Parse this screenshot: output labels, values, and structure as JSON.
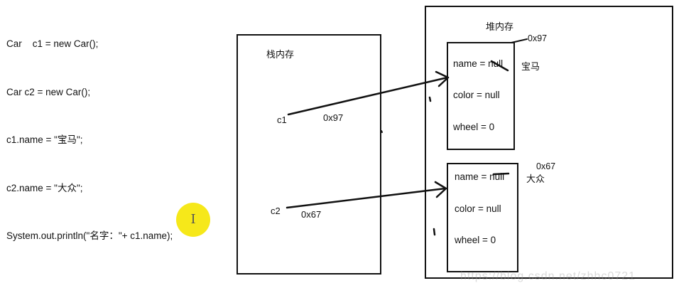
{
  "code_lines": [
    "Car    c1 = new Car();",
    "Car c2 = new Car();",
    "c1.name = \"宝马\";",
    "c2.name = \"大众\";",
    "System.out.println(\"名字：\"+ c1.name);"
  ],
  "stack": {
    "title": "栈内存",
    "c1": {
      "var": "c1",
      "addr": "0x97"
    },
    "c2": {
      "var": "c2",
      "addr": "0x67"
    }
  },
  "heap": {
    "title": "堆内存",
    "object1": {
      "addr": "0x97",
      "fields": [
        "name = null",
        "color = null",
        "wheel = 0"
      ],
      "new_name": "宝马"
    },
    "object2": {
      "addr": "0x67",
      "fields": [
        "name = null",
        "color = null",
        "wheel = 0"
      ],
      "new_name": "大众"
    }
  },
  "cursor": {
    "glyph": "I",
    "color": "#f6e81a"
  },
  "watermark": "https://blog.csdn.net/zhhc0721"
}
